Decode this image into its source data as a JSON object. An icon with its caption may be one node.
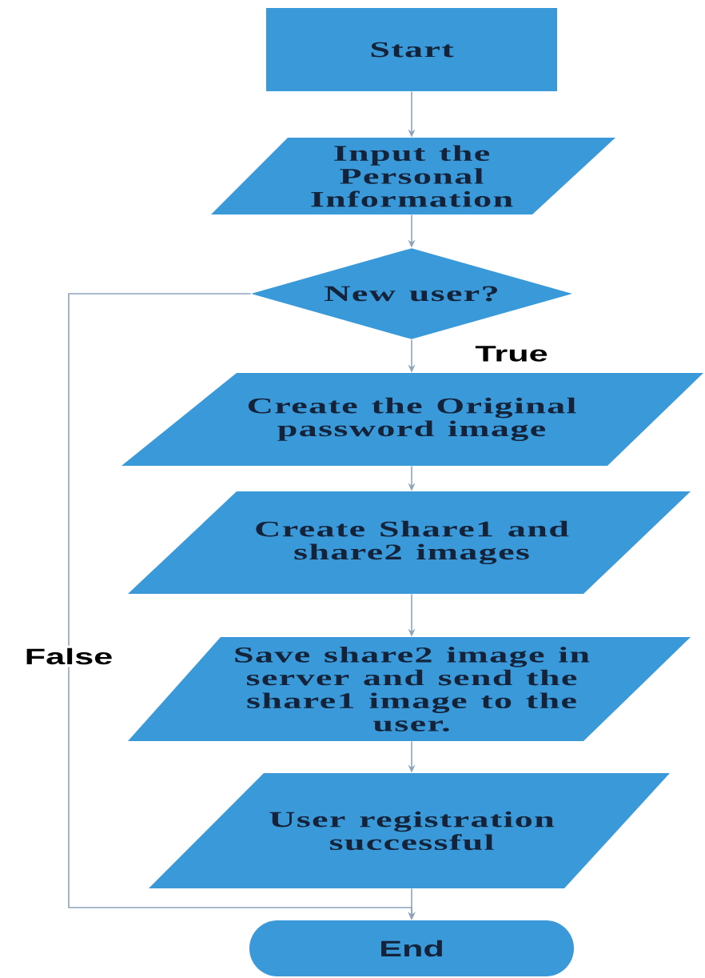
{
  "diagram": {
    "nodes": [
      {
        "text": [
          "Start"
        ]
      },
      {
        "text": [
          "Input the Personal Information"
        ]
      },
      {
        "text": [
          "New user?"
        ]
      },
      {
        "text": [
          "Create the Original password image"
        ]
      },
      {
        "text": [
          "Create Share1 and share2 images"
        ]
      },
      {
        "text": [
          "Save share2 image in server and send the share1 image to the user."
        ]
      },
      {
        "text": [
          "User registration successful"
        ]
      },
      {
        "text": [
          "End"
        ]
      }
    ],
    "edges": [
      {
        "from": 0,
        "to": 1,
        "arrow": "to"
      },
      {
        "from": 1,
        "to": 2,
        "arrow": "to"
      },
      {
        "from": 2,
        "to": 3,
        "arrow": "to",
        "label": "True"
      },
      {
        "from": 3,
        "to": 4,
        "arrow": "to"
      },
      {
        "from": 4,
        "to": 5,
        "arrow": "to"
      },
      {
        "from": 5,
        "to": 6,
        "arrow": "to"
      },
      {
        "from": 6,
        "to": 7,
        "arrow": "to"
      },
      {
        "from": 2,
        "to": 7,
        "arrow": "to",
        "label": "False"
      }
    ]
  }
}
